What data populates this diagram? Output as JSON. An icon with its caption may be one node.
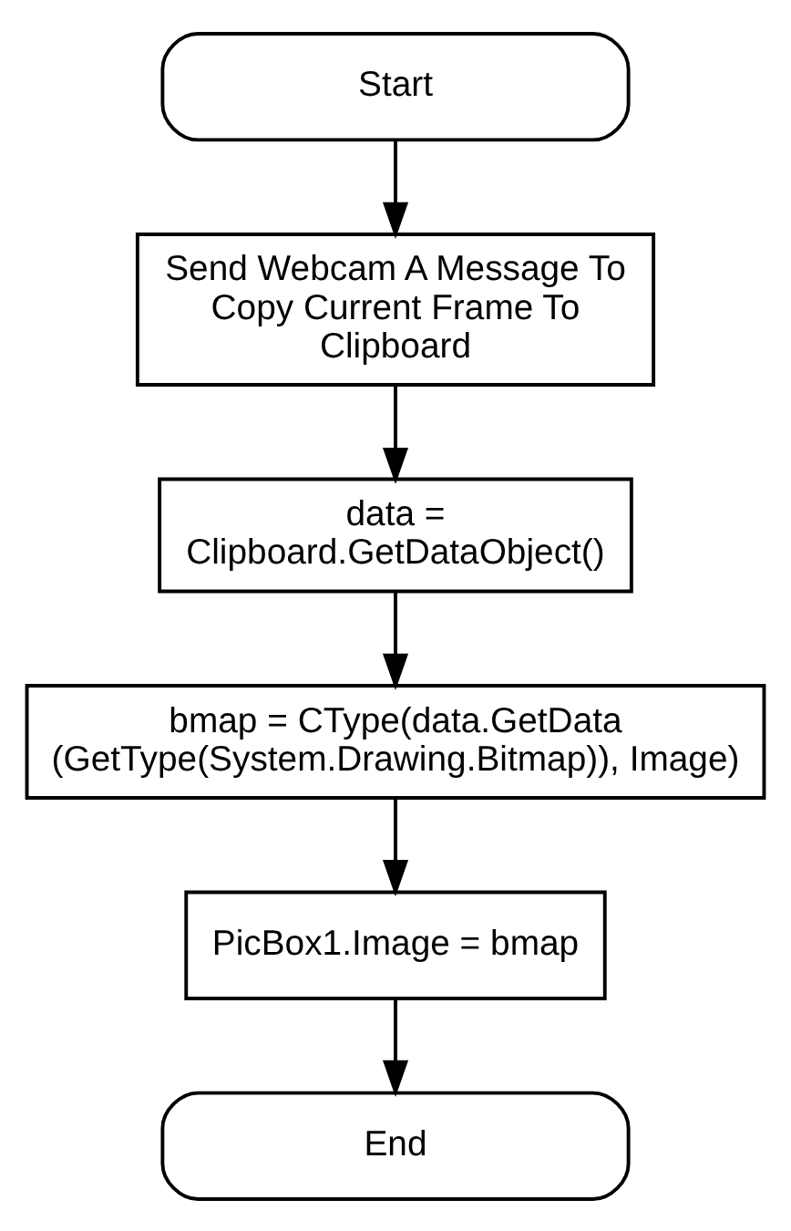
{
  "diagram": {
    "nodes": [
      {
        "text": [
          "Start"
        ]
      },
      {
        "text": [
          "Send Webcam A Message To Copy Current Frame To Clipboard"
        ]
      },
      {
        "text": [
          "data = Clipboard.GetDataObject()"
        ]
      },
      {
        "text": [
          "bmap = CType(data.GetData (GetType(System.Drawing.Bitmap)), Image)"
        ]
      },
      {
        "text": [
          "PicBox1.Image = bmap"
        ]
      },
      {
        "text": [
          "End"
        ]
      }
    ],
    "edges": [
      {
        "from": 0,
        "to": 1,
        "arrow": "to"
      },
      {
        "from": 1,
        "to": 2,
        "arrow": "to"
      },
      {
        "from": 2,
        "to": 3,
        "arrow": "to"
      },
      {
        "from": 3,
        "to": 4,
        "arrow": "to"
      },
      {
        "from": 4,
        "to": 5,
        "arrow": "to"
      }
    ]
  }
}
